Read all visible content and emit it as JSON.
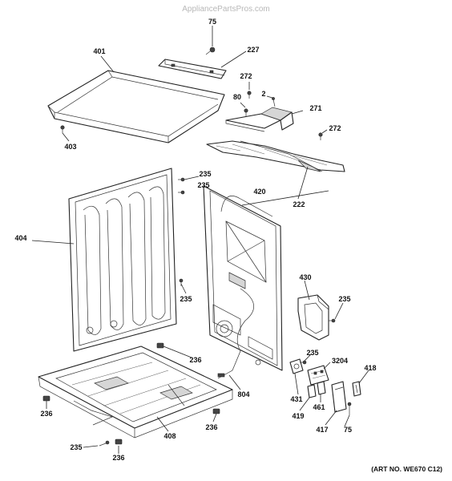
{
  "watermark": "AppliancePartsPros.com",
  "art_number": "(ART NO. WE670 C12)",
  "callouts": [
    "75",
    "227",
    "401",
    "272",
    "2",
    "80",
    "271",
    "272",
    "403",
    "222",
    "235",
    "420",
    "235",
    "404",
    "430",
    "235",
    "235",
    "236",
    "235",
    "3204",
    "418",
    "804",
    "431",
    "461",
    "236",
    "408",
    "236",
    "419",
    "417",
    "75",
    "235",
    "236"
  ]
}
